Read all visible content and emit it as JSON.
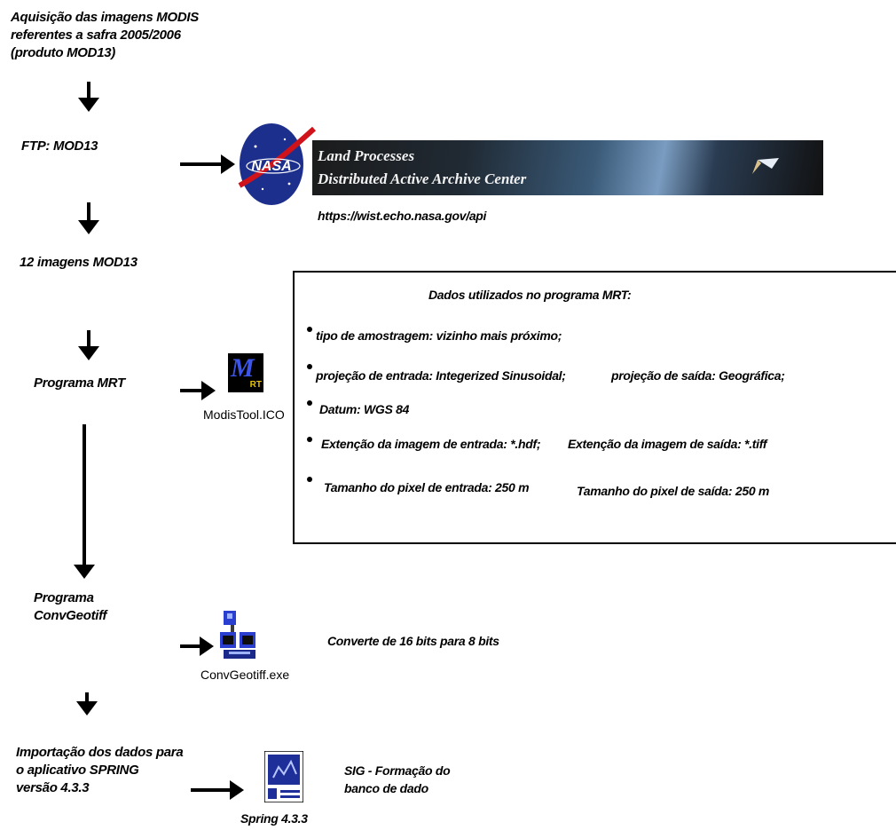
{
  "steps": {
    "acquisition": [
      "Aquisição das imagens MODIS",
      "referentes a safra 2005/2006",
      "(produto MOD13)"
    ],
    "ftp": "FTP: MOD13",
    "images": "12 imagens MOD13",
    "mrt": "Programa MRT",
    "convgeotiff": [
      "Programa",
      "ConvGeotiff"
    ],
    "import": [
      "Importação dos dados para",
      "o aplicativo SPRING",
      "versão 4.3.3"
    ]
  },
  "nasa": {
    "logo_text": "NASA",
    "banner_line1": "Land Processes",
    "banner_line2": "Distributed Active Archive Center",
    "url": "https://wist.echo.nasa.gov/api"
  },
  "mrt_box": {
    "title": "Dados utilizados no programa MRT:",
    "sampling": "tipo de amostragem: vizinho mais próximo;",
    "proj_in": "projeção de entrada: Integerized Sinusoidal;",
    "proj_out": "projeção de saída: Geográfica;",
    "datum": "Datum: WGS 84",
    "ext_in": "Extenção da imagem de entrada: *.hdf;",
    "ext_out": "Extenção da imagem de saída: *.tiff",
    "pixel_in": "Tamanho do pixel de entrada: 250 m",
    "pixel_out": "Tamanho do pixel de saída: 250 m"
  },
  "icons": {
    "modistool_letters": "M",
    "modistool_sub": "RT",
    "modistool_label": "ModisTool.ICO",
    "convgeotiff_label": "ConvGeotiff.exe",
    "spring_label": "Spring 4.3.3"
  },
  "descriptions": {
    "convert": "Converte de 16 bits para 8 bits",
    "sig": [
      "SIG - Formação do",
      "banco de dado"
    ]
  },
  "colors": {
    "nasa_blue": "#1d2f8c",
    "nasa_red": "#d0121b",
    "icon_blue": "#2a3fd0",
    "icon_yellow": "#e6c400"
  }
}
